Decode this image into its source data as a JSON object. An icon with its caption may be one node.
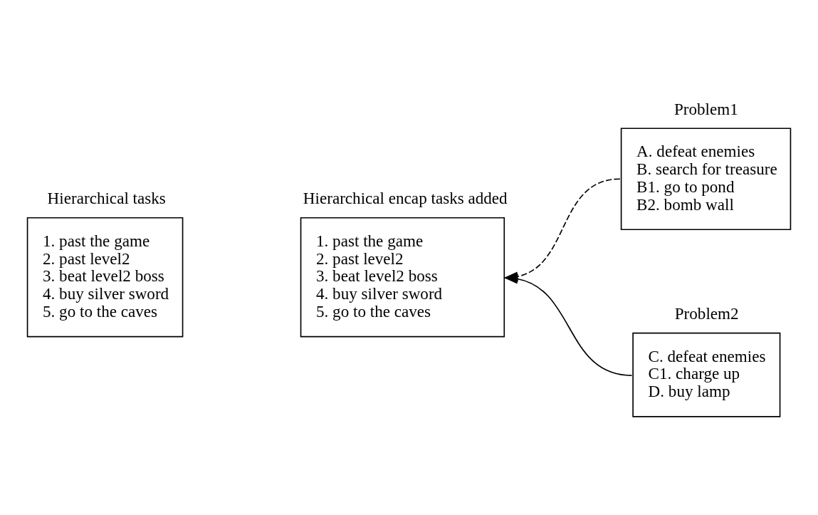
{
  "diagram": {
    "nodes": [
      {
        "text": [
          "Hierarchical tasks",
          "1. past the game",
          "2. past level2",
          "3. beat level2 boss",
          "4. buy silver sword",
          "5. go to the caves"
        ]
      },
      {
        "text": [
          "Hierarchical encap tasks added",
          "1. past the game",
          "2. past level2",
          "3. beat level2 boss",
          "4. buy silver sword",
          "5. go to the caves"
        ]
      },
      {
        "text": [
          "Problem1",
          "A. defeat enemies",
          "B. search for treasure",
          "B1. go to pond",
          "B2. bomb wall"
        ]
      },
      {
        "text": [
          "Problem2",
          "C. defeat enemies",
          "C1. charge up",
          "D. buy lamp"
        ]
      }
    ],
    "edges": [
      {
        "from": 2,
        "to": 1,
        "arrow": "to",
        "style": "dashed"
      },
      {
        "from": 3,
        "to": 1,
        "arrow": "to"
      }
    ]
  }
}
